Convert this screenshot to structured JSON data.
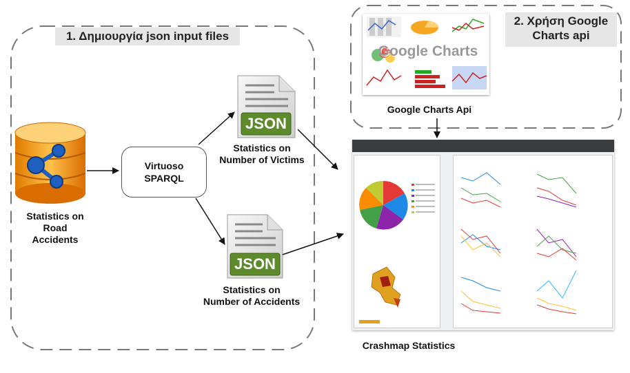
{
  "panel1": {
    "title": "1. Δημιουργία json input files"
  },
  "panel2": {
    "title_line1": "2. Χρήση Google",
    "title_line2": "Charts api"
  },
  "database": {
    "label_lines": [
      "Statistics on",
      "Road",
      "Accidents"
    ]
  },
  "sparql": {
    "line1": "Virtuoso",
    "line2": "SPARQL"
  },
  "json_victims": {
    "badge": "JSON",
    "label_lines": [
      "Statistics on",
      "Number of Victims"
    ]
  },
  "json_accidents": {
    "badge": "JSON",
    "label_lines": [
      "Statistics on",
      "Number of Accidents"
    ]
  },
  "google": {
    "logo_text": "Google Charts",
    "caption": "Google Charts Api"
  },
  "crashmap": {
    "caption": "Crashmap Statistics"
  },
  "colors": {
    "dash_border": "#777777",
    "label_bg": "#e6e6e6",
    "json_green": "#5d8a2a",
    "db_orange": "#f39c12",
    "db_blue": "#1f5fbf"
  }
}
